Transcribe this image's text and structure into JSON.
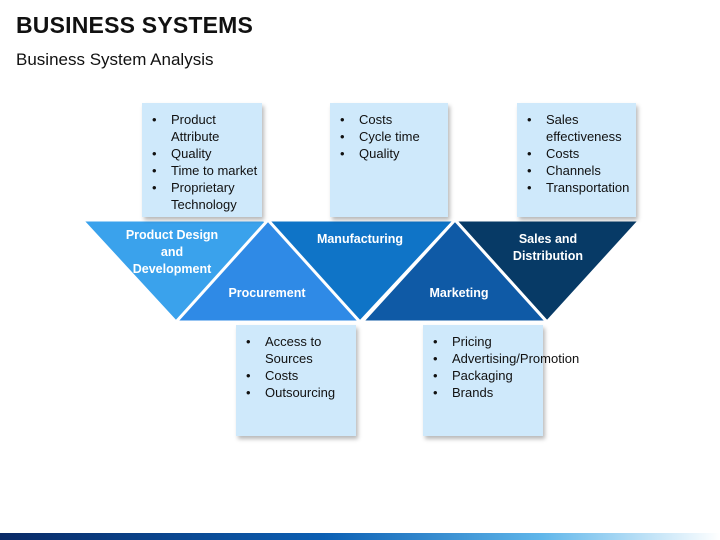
{
  "title": "BUSINESS SYSTEMS",
  "subtitle": "Business System Analysis",
  "stages": [
    {
      "label": "Product Design and Development",
      "color": "#3aa2ec",
      "items": [
        "Product Attribute",
        "Quality",
        "Time to market",
        "Proprietary Technology"
      ]
    },
    {
      "label": "Procurement",
      "color": "#2f8ae6",
      "items": [
        "Access to Sources",
        "Costs",
        "Outsourcing"
      ]
    },
    {
      "label": "Manufacturing",
      "color": "#0f74c7",
      "items": [
        "Costs",
        "Cycle time",
        "Quality"
      ]
    },
    {
      "label": "Marketing",
      "color": "#0f5aa6",
      "items": [
        "Pricing",
        "Advertising/Promotion",
        "Packaging",
        "Brands"
      ]
    },
    {
      "label": "Sales and Distribution",
      "color": "#073a66",
      "items": [
        "Sales effectiveness",
        "Costs",
        "Channels",
        "Transportation"
      ]
    }
  ]
}
